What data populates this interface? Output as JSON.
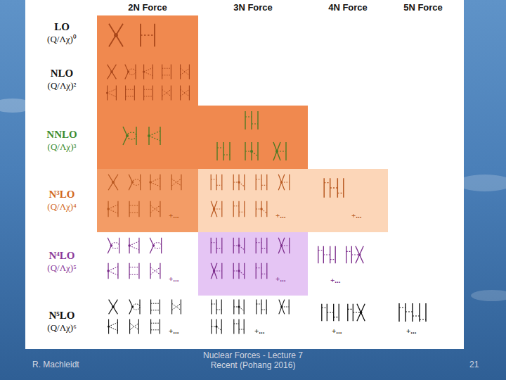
{
  "diagram": {
    "labels": [
      "2N Force",
      "3N Force",
      "4N Force",
      "5N Force",
      "LO",
      "(Q/Λχ)⁰",
      "NLO",
      "(Q/Λχ)²",
      "NNLO",
      "(Q/Λχ)³",
      "N³LO",
      "(Q/Λχ)⁴",
      "N⁴LO",
      "(Q/Λχ)⁵",
      "N⁵LO",
      "(Q/Λχ)⁶",
      "+...",
      "+...",
      "+...",
      "+...",
      "+...",
      "+...",
      "+...",
      "+...",
      "+...",
      "+...",
      "R. Machleidt",
      "Nuclear Forces - Lecture 7 Recent (Pohang 2016)",
      "21"
    ]
  }
}
